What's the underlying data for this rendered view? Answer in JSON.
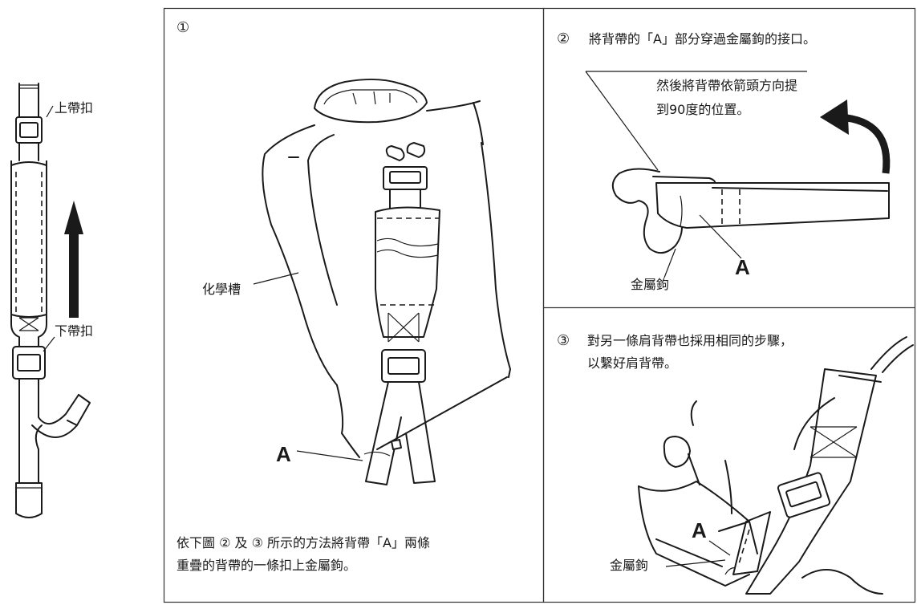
{
  "strap_diagram": {
    "upper_buckle_label": "上帶扣",
    "lower_buckle_label": "下帶扣"
  },
  "step1": {
    "number": "①",
    "tank_label": "化學槽",
    "strap_marker": "A",
    "instruction_line1": "依下圖 ② 及 ③ 所示的方法將背帶「A」兩條",
    "instruction_line2": "重疊的背帶的一條扣上金屬鉤。"
  },
  "step2": {
    "number": "②",
    "instruction": "將背帶的「A」部分穿過金屬鉤的接口。",
    "callout_line1": "然後將背帶依箭頭方向提",
    "callout_line2": "到90度的位置。",
    "hook_label": "金屬鉤",
    "strap_marker": "A"
  },
  "step3": {
    "number": "③",
    "instruction_line1": "對另一條肩背帶也採用相同的步驟，",
    "instruction_line2": "以繫好肩背帶。",
    "strap_marker": "A",
    "hook_label": "金屬鉤"
  }
}
